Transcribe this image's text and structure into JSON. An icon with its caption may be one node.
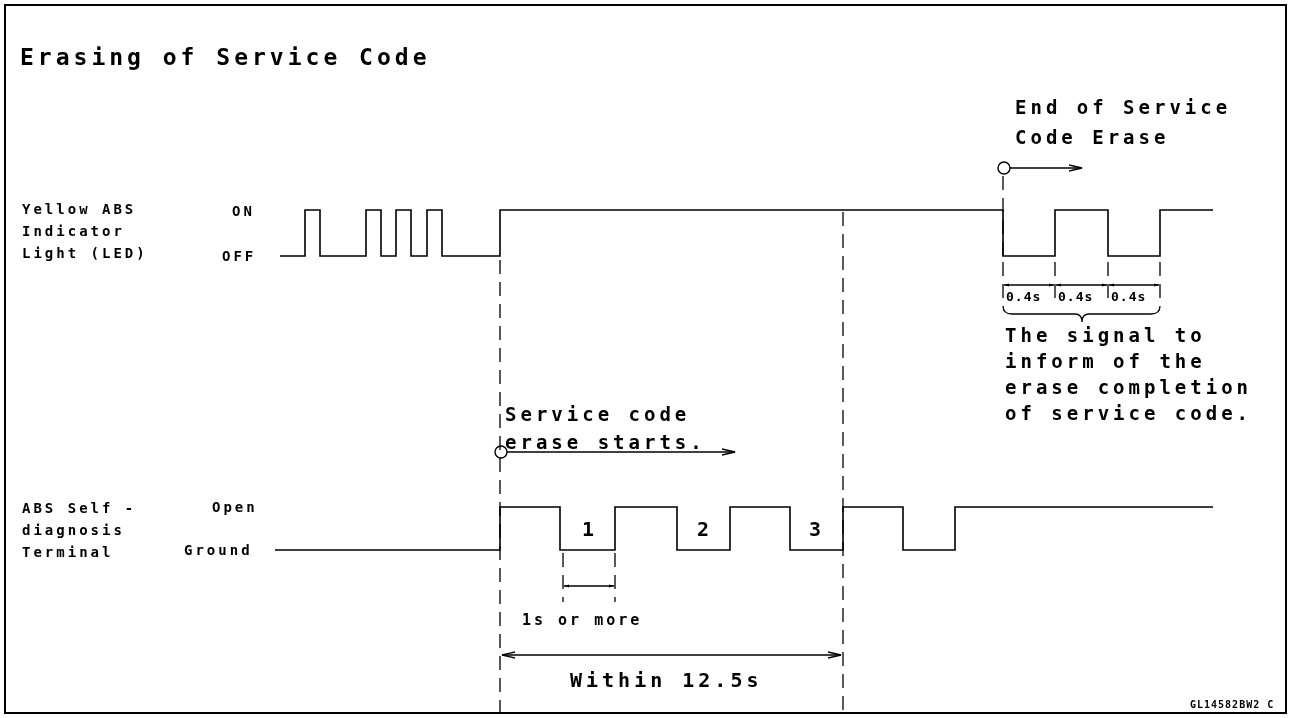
{
  "diagram": {
    "title": "Erasing of Service Code",
    "labels": [
      "End of Service Code Erase",
      "Yellow ABS Indicator Light (LED)",
      "ON",
      "OFF",
      "0.4s",
      "0.4s",
      "0.4s",
      "The signal to inform of the erase completion of service code.",
      "Service code erase starts.",
      "ABS Self -diagnosis Terminal",
      "Open",
      "1",
      "2",
      "3",
      "Ground",
      "1s or more",
      "Within 12.5s",
      "GL14582BW2 C"
    ]
  }
}
